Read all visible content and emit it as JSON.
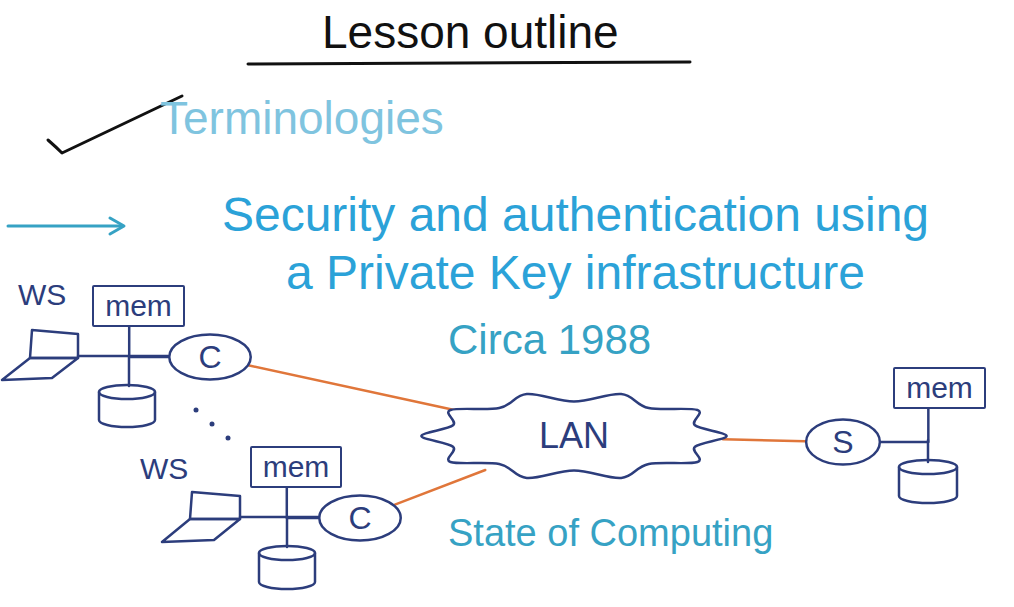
{
  "diagram": {
    "title": "Lesson outline",
    "nodes": [
      {
        "text": [
          "mem"
        ]
      },
      {
        "text": [
          "C"
        ]
      },
      {
        "text": [
          "mem"
        ]
      },
      {
        "text": [
          "C"
        ]
      },
      {
        "text": [
          "LAN"
        ]
      },
      {
        "text": [
          "S"
        ]
      },
      {
        "text": [
          "mem"
        ]
      }
    ],
    "edges": [
      {
        "from": 0,
        "to": 1,
        "arrow": "none"
      },
      {
        "from": 1,
        "to": 4,
        "arrow": "none"
      },
      {
        "from": 2,
        "to": 3,
        "arrow": "none"
      },
      {
        "from": 3,
        "to": 4,
        "arrow": "none"
      },
      {
        "from": 4,
        "to": 5,
        "arrow": "none"
      },
      {
        "from": 6,
        "to": 5,
        "arrow": "none"
      }
    ],
    "labels": [
      "Terminologies",
      "Security and authentication using a Private Key infrastructure",
      "Circa 1988",
      "WS",
      "WS",
      "State of Computing"
    ]
  }
}
